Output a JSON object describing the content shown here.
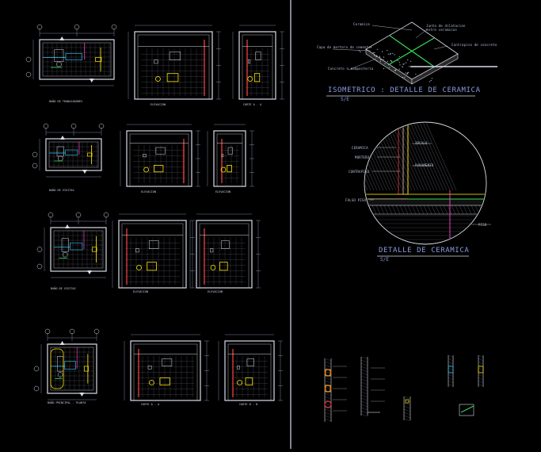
{
  "drawing": {
    "colors": {
      "background": "#000000",
      "line": "#d9dde8",
      "dim": "#9aa6c8",
      "accent_red": "#e03a3a",
      "accent_yellow": "#ffe600",
      "accent_cyan": "#33ccff",
      "accent_green": "#33dd55",
      "accent_magenta": "#ff44cc",
      "title_blue": "#8a9be0"
    },
    "left_sheet": {
      "rows": [
        {
          "plan_caption": "BAÑO DE TRABAJADORES",
          "elev1_caption": "ELEVACION",
          "elev2_caption": "CORTE A - A"
        },
        {
          "plan_caption": "BAÑO DE VISITAS",
          "elev1_caption": "ELEVACION",
          "elev2_caption": "ELEVACION"
        },
        {
          "plan_caption": "BAÑO DE VISITAS",
          "elev1_caption": "ELEVACION",
          "elev2_caption": "ELEVACION"
        },
        {
          "plan_caption": "BAÑO PRINCIPAL - PLANTA",
          "elev1_caption": "CORTE A - A",
          "elev2_caption": "CORTE B - B"
        }
      ]
    },
    "right_sheet": {
      "iso_title": "ISOMETRICO : DETALLE DE CERAMICA",
      "iso_scale": "S/E",
      "iso_labels": {
        "top_left": "Ceramica",
        "top_right": "Junta de dilatacion entre ceramicas",
        "mid_left": "Capa de mortero de cemento",
        "mid_right": "Contrapiso de concreto",
        "bottom_left": "Concreto o mampostería"
      },
      "detail_title": "DETALLE DE CERAMICA",
      "detail_scale": "S/E",
      "detail_labels": {
        "left_1": "CERAMICA",
        "left_2": "MORTERO",
        "left_3": "CONTRAPISO",
        "left_4": "FALSO PISO",
        "mid_1": "ZOCALO",
        "mid_2": "PARAMENTO",
        "right_1": "PISO"
      }
    }
  }
}
